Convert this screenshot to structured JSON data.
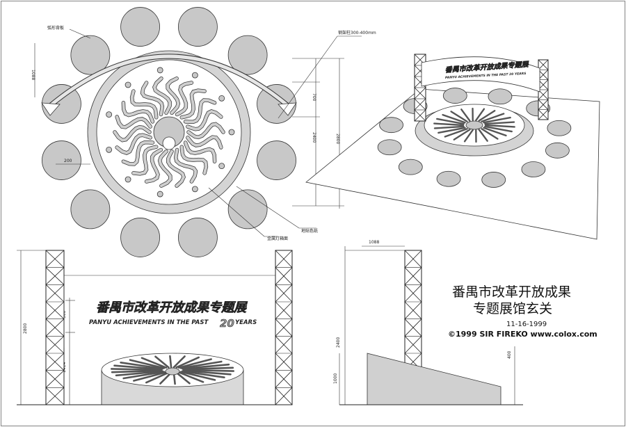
{
  "title": {
    "line1": "番禺市改革开放成果",
    "line2": "专题展馆玄关",
    "date": "11-16-1999",
    "credit": "©1999 SIR FIREKO www.colox.com"
  },
  "plan": {
    "label_arch": "弧形背板",
    "label_steel": "钢架柱300-400mm",
    "label_metal": "金属灯箱面",
    "label_spray": "地贴色纸",
    "dim_1088": "1088",
    "dim_700": "700",
    "dim_2400": "2400",
    "dim_2800": "2800",
    "dim_200": "200"
  },
  "front": {
    "sign_cn": "番禺市改革开放成果专题展",
    "sign_en": "PANYU ACHIEVEMENTS IN THE PAST",
    "sign_num": "20",
    "sign_years": "YEARS",
    "dim_2800": "2800",
    "dim_500": "500",
    "dim_1414": "1414"
  },
  "side": {
    "dim_1088": "1088",
    "dim_2400": "2400",
    "dim_1000": "1000",
    "dim_400": "400"
  },
  "perspective": {
    "sign_cn": "番禺市改革开放成果专题展",
    "sign_en": "PANYU ACHIEVEMENTS IN THE PAST 20 YEARS"
  },
  "colors": {
    "ink": "#222222",
    "fill_gray": "#c8c8c8",
    "sign_gray": "#9a9a9a"
  }
}
